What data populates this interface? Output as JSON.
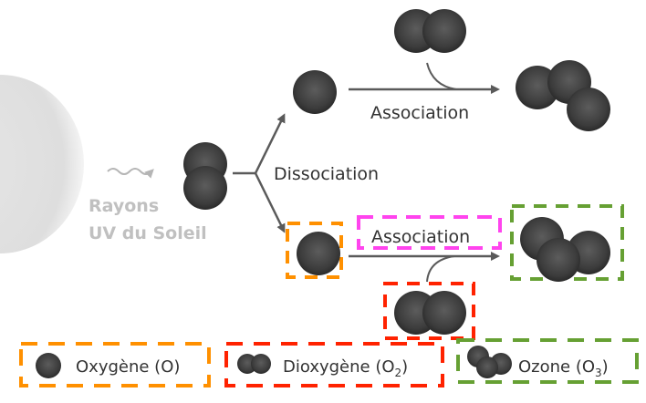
{
  "diagram": {
    "sun_label": [
      "Rayons",
      "UV du Soleil"
    ],
    "dissociation_label": "Dissociation",
    "association_top_label": "Association",
    "association_bottom_label": "Association",
    "legend": [
      {
        "name": "oxygen",
        "label": "Oxygène (O)",
        "formula_sub": "",
        "color": "#ff9000"
      },
      {
        "name": "dioxygen",
        "label": "Dioxygène (O",
        "formula_sub": "2",
        "suffix": ")",
        "color": "#ff2200"
      },
      {
        "name": "ozone",
        "label": "Ozone (O",
        "formula_sub": "3",
        "suffix": ")",
        "color": "#66a033"
      }
    ],
    "colors": {
      "atom": "#3a3a3a",
      "arrow": "#5a5a5a",
      "sun": "#e2e2e2",
      "uv_text": "#b5b5b5",
      "text": "#333333",
      "oxygen_box": "#ff9000",
      "dioxygen_box": "#ff2200",
      "ozone_box": "#66a033",
      "association_box": "#ff44ee"
    }
  }
}
